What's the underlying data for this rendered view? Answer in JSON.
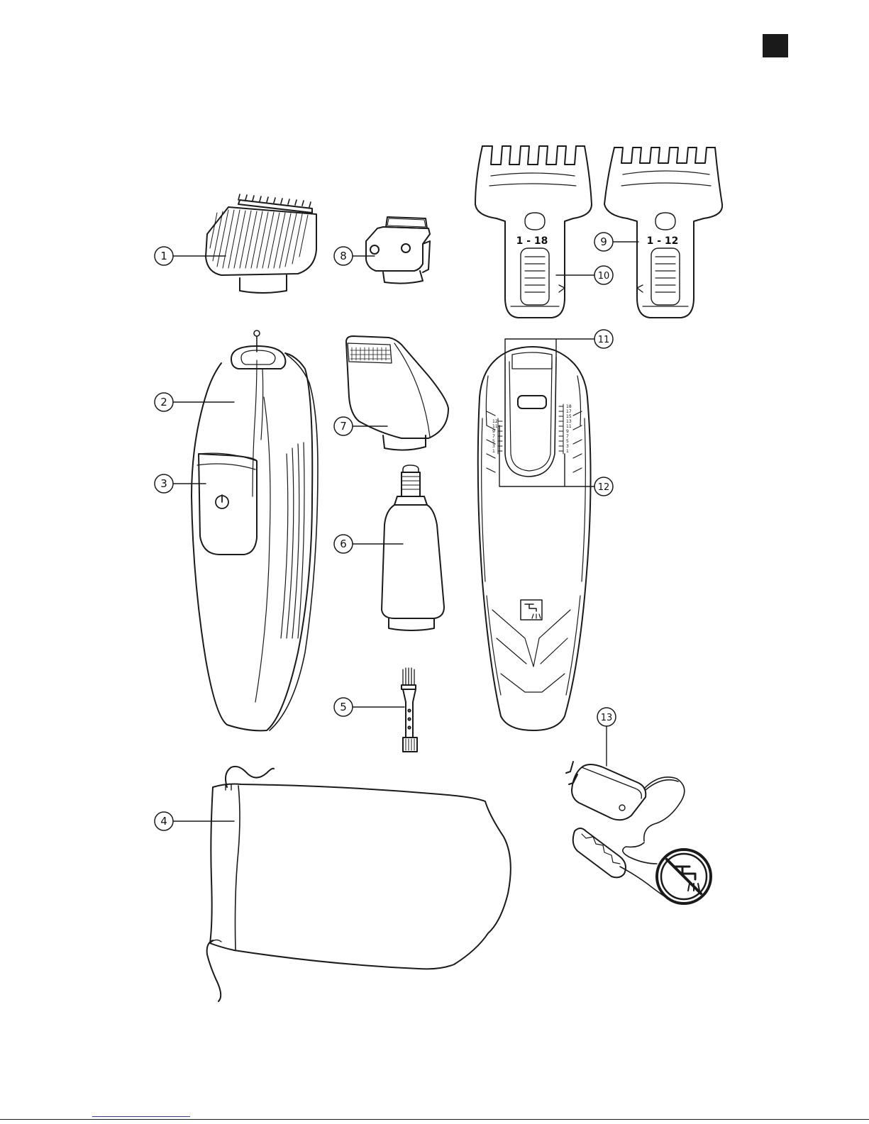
{
  "callouts": [
    {
      "n": "1"
    },
    {
      "n": "2"
    },
    {
      "n": "3"
    },
    {
      "n": "4"
    },
    {
      "n": "5"
    },
    {
      "n": "6"
    },
    {
      "n": "7"
    },
    {
      "n": "8"
    },
    {
      "n": "9"
    },
    {
      "n": "10"
    },
    {
      "n": "11"
    },
    {
      "n": "12"
    },
    {
      "n": "13"
    }
  ],
  "comb_large": {
    "range": "1 - 18"
  },
  "comb_small": {
    "range": "1 - 12"
  },
  "scale_left": [
    "12",
    "11",
    "9",
    "7",
    "5",
    "3",
    "1"
  ],
  "scale_right": [
    "18",
    "17",
    "15",
    "13",
    "11",
    "9",
    "7",
    "5",
    "3",
    "1"
  ],
  "icons": [
    "power-icon",
    "water-tap-icon",
    "no-water-icon"
  ]
}
